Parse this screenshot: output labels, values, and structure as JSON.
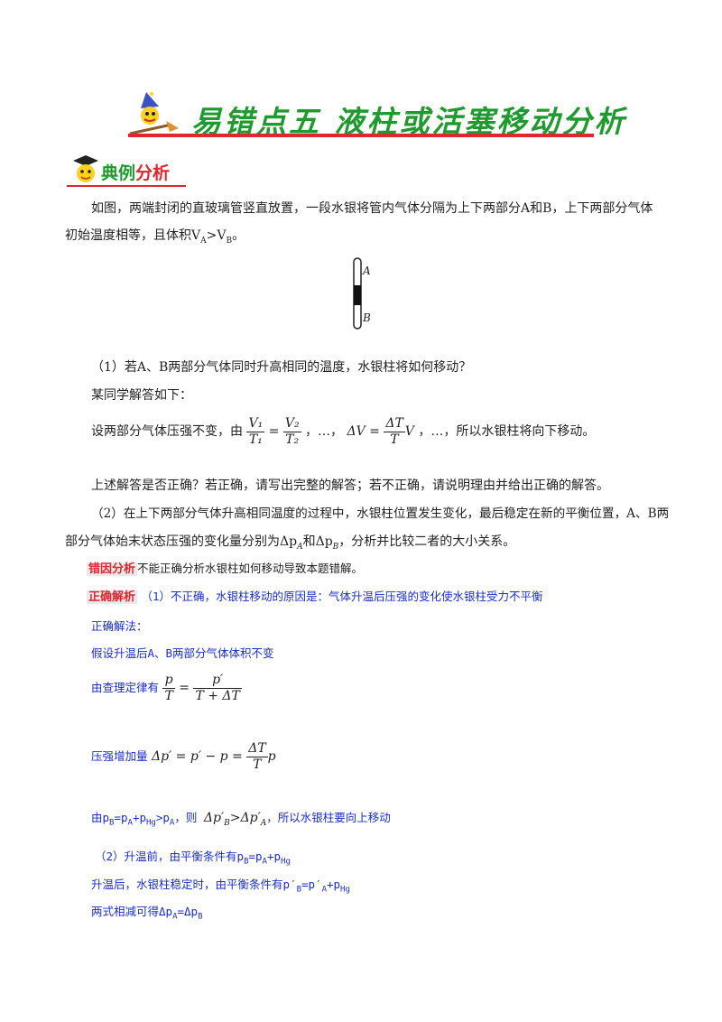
{
  "header": {
    "title": "易错点五  液柱或活塞移动分析"
  },
  "section": {
    "label_part1": "典例",
    "label_part2": "分析"
  },
  "problem": {
    "intro_line1": "如图，两端封闭的直玻璃管竖直放置，一段水银将管内气体分隔为上下两部分A和B，上下两部分气体",
    "intro_line2": "初始温度相等，且体积V",
    "intro_line2_sub1": "A",
    "intro_line2_mid": ">V",
    "intro_line2_sub2": "B",
    "intro_line2_end": "。",
    "tube_label_a": "A",
    "tube_label_b": "B",
    "q1": "（1）若A、B两部分气体同时升高相同的温度，水银柱将如何移动？",
    "student": "某同学解答如下：",
    "student_answer_prefix": "设两部分气体压强不变，由",
    "frac1_num": "V₁",
    "frac1_den": "T₁",
    "frac2_num": "V₂",
    "frac2_den": "T₂",
    "sep1": "，…，",
    "dv": "ΔV =",
    "frac3_num": "ΔT",
    "frac3_den": "T",
    "dv_tail": "V",
    "student_answer_suffix": "，…，所以水银柱将向下移动。",
    "judge": "上述解答是否正确？若正确，请写出完整的解答；若不正确，请说明理由并给出正确的解答。",
    "q2_line1": "（2）在上下两部分气体升高相同温度的过程中，水银柱位置发生变化，最后稳定在新的平衡位置，A、B两",
    "q2_line2": "部分气体始末状态压强的变化量分别为Δp",
    "q2_sub_a": "A",
    "q2_mid": "和Δp",
    "q2_sub_b": "B",
    "q2_end": "，分析并比较二者的大小关系。"
  },
  "error_cause": {
    "tag": "错因分析",
    "text": "不能正确分析水银柱如何移动导致本题错解。"
  },
  "analysis": {
    "tag": "正确解析",
    "line1": "（1）不正确，水银柱移动的原因是：气体升温后压强的变化使水银柱受力不平衡",
    "line2": "正确解法：",
    "line3": "假设升温后A、B两部分气体体积不变",
    "line4_prefix": "由查理定律有",
    "f4_num": "p",
    "f4_den": "T",
    "f4_eq": "=",
    "f5_num": "p′",
    "f5_den": "T + ΔT",
    "line5_prefix": "压强增加量",
    "line5_eq": "Δp′ = p′ − p =",
    "f6_num": "ΔT",
    "f6_den": "T",
    "line5_tail": "p",
    "line6_prefix": "由p",
    "line6_b": "B",
    "line6_a": "=p",
    "line6_a_sub": "A",
    "line6_hg": "+p",
    "line6_hg_sub": "Hg",
    "line6_gt": ">p",
    "line6_gt_sub": "A",
    "line6_then": "，则",
    "line6_formula": "Δp′",
    "line6_formula_sub1": "B",
    "line6_formula_gt": ">Δp′",
    "line6_formula_sub2": "A",
    "line6_suffix": "，所以水银柱要向上移动",
    "line7": "（2）升温前，由平衡条件有p",
    "line7_b": "B",
    "line7_eq": "=p",
    "line7_a": "A",
    "line7_plus": "+p",
    "line7_hg": "Hg",
    "line8": "升温后，水银柱稳定时，由平衡条件有p′",
    "line8_b": "B",
    "line8_eq": "=p′",
    "line8_a": "A",
    "line8_plus": "+p",
    "line8_hg": "Hg",
    "line9": "两式相减可得Δp",
    "line9_a": "A",
    "line9_eq": "=Δp",
    "line9_b": "B"
  },
  "colors": {
    "title_green": "#1f9a2e",
    "accent_red": "#e0262f",
    "analysis_blue": "#1a2ec9"
  }
}
